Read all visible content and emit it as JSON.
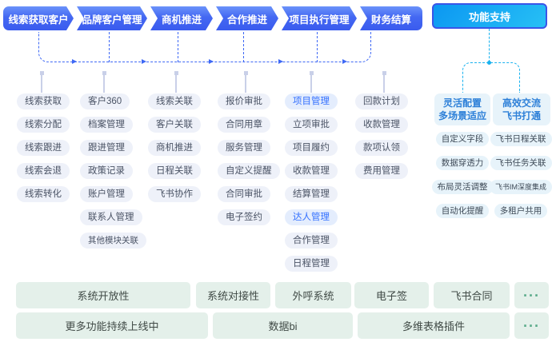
{
  "stages": [
    {
      "label": "线索获取客户"
    },
    {
      "label": "品牌客户管理"
    },
    {
      "label": "商机推进"
    },
    {
      "label": "合作推进"
    },
    {
      "label": "项目执行管理"
    },
    {
      "label": "财务结算"
    }
  ],
  "support_button": {
    "label": "功能支持"
  },
  "columns": [
    {
      "items": [
        {
          "label": "线索获取"
        },
        {
          "label": "线索分配"
        },
        {
          "label": "线索跟进"
        },
        {
          "label": "线索会退"
        },
        {
          "label": "线索转化"
        }
      ]
    },
    {
      "items": [
        {
          "label": "客户360"
        },
        {
          "label": "档案管理"
        },
        {
          "label": "跟进管理"
        },
        {
          "label": "政策记录"
        },
        {
          "label": "账户管理"
        },
        {
          "label": "联系人管理"
        },
        {
          "label": "其他模块关联"
        }
      ]
    },
    {
      "items": [
        {
          "label": "线索关联"
        },
        {
          "label": "客户关联"
        },
        {
          "label": "商机推进"
        },
        {
          "label": "日程关联"
        },
        {
          "label": "飞书协作"
        }
      ]
    },
    {
      "items": [
        {
          "label": "报价审批"
        },
        {
          "label": "合同用章"
        },
        {
          "label": "服务管理"
        },
        {
          "label": "自定义提醒"
        },
        {
          "label": "合同审批"
        },
        {
          "label": "电子签约"
        }
      ]
    },
    {
      "items": [
        {
          "label": "项目管理",
          "highlight": true
        },
        {
          "label": "立项审批"
        },
        {
          "label": "项目履约"
        },
        {
          "label": "收款管理"
        },
        {
          "label": "结算管理"
        },
        {
          "label": "达人管理",
          "highlight": true
        },
        {
          "label": "合作管理"
        },
        {
          "label": "日程管理"
        }
      ]
    },
    {
      "items": [
        {
          "label": "回款计划"
        },
        {
          "label": "收款管理"
        },
        {
          "label": "款项认领"
        },
        {
          "label": "费用管理"
        }
      ]
    }
  ],
  "support_groups": [
    {
      "title_line1": "灵活配置",
      "title_line2": "多场景适应",
      "items": [
        "自定义字段",
        "数据穿透力",
        "布局灵活调整",
        "自动化提醒"
      ]
    },
    {
      "title_line1": "高效交流",
      "title_line2": "飞书打通",
      "items": [
        "飞书日程关联",
        "飞书任务关联",
        "飞书IM深度集成",
        "多租户共用"
      ]
    }
  ],
  "bottom_rows": [
    {
      "items": [
        "系统开放性",
        "系统对接性",
        "外呼系统",
        "电子签",
        "飞书合同",
        "···"
      ]
    },
    {
      "items": [
        "更多功能持续上线中",
        "数据bi",
        "多维表格插件",
        "···"
      ]
    }
  ],
  "colors": {
    "stage_blue": "#3a5bee",
    "support_button_cyan": "#0ea6f4",
    "connector_blue": "#3e68f5",
    "connector_cyan": "#19b2ef",
    "pill_bg": "#eef1f9",
    "pill_highlight_text": "#3370ff",
    "support_pill_bg": "#e7f3fa",
    "bottom_bar_bg": "#e4f0ea",
    "dots_green": "#5aab8a"
  }
}
